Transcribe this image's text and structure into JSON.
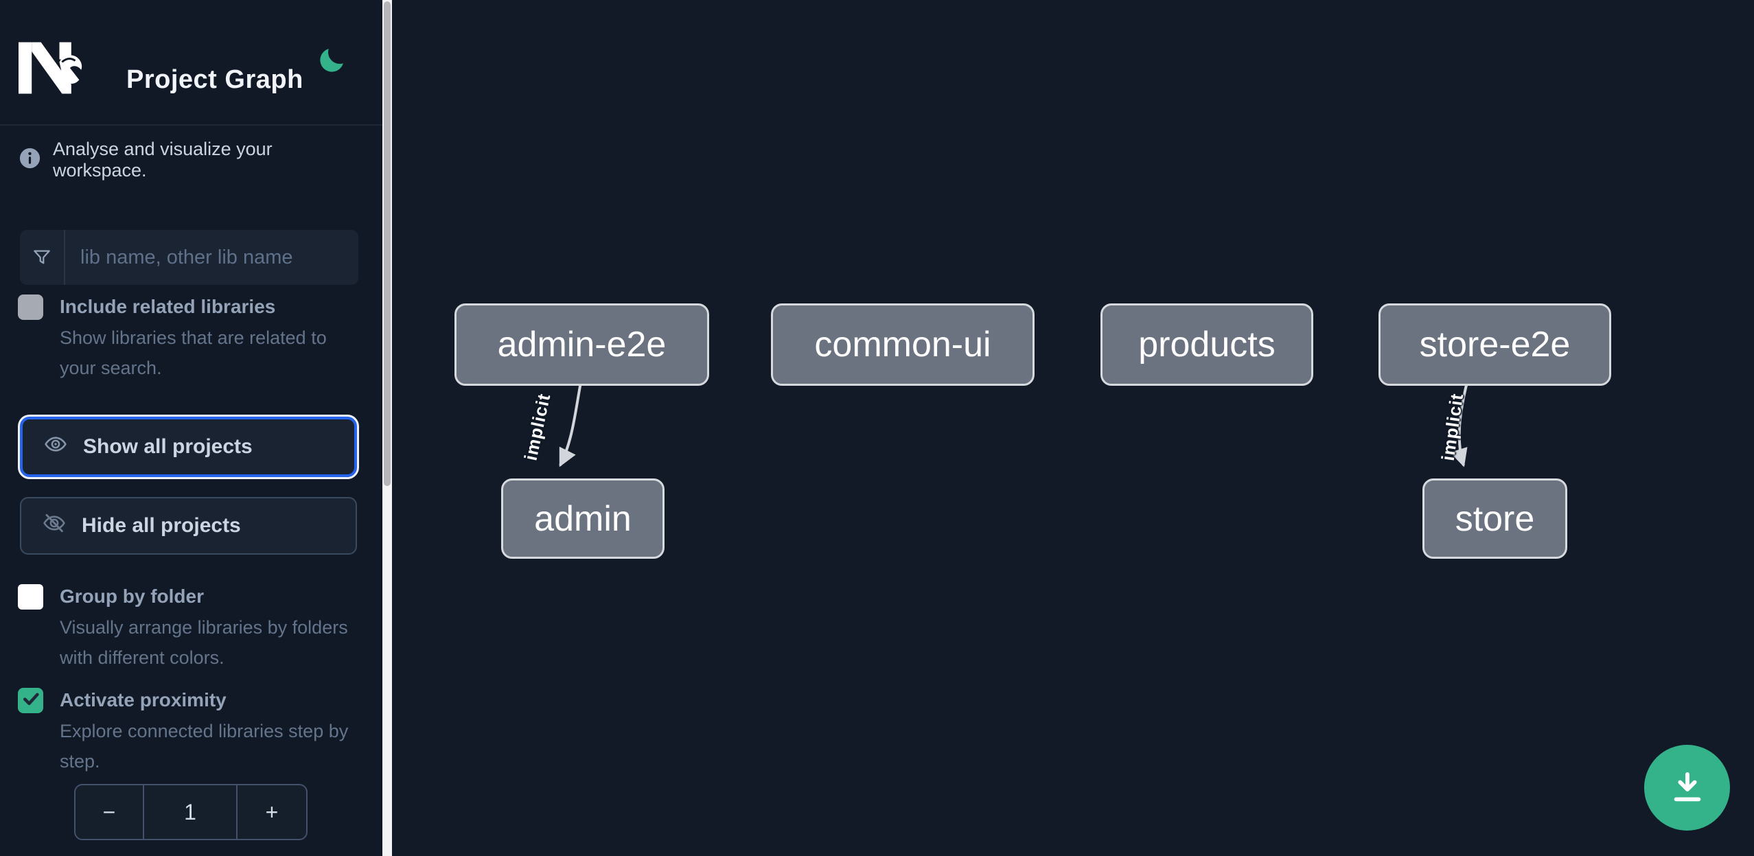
{
  "header": {
    "title": "Project Graph",
    "logo_icon": "nx-logo",
    "theme_icon": "moon-icon"
  },
  "info": {
    "icon": "info-icon",
    "text": "Analyse and visualize your workspace."
  },
  "filter": {
    "icon": "funnel-icon",
    "placeholder": "lib name, other lib name",
    "value": ""
  },
  "options": {
    "include_related": {
      "label": "Include related libraries",
      "description": "Show libraries that are related to your search.",
      "checked": false,
      "state": "disabled"
    },
    "group_by_folder": {
      "label": "Group by folder",
      "description": "Visually arrange libraries by folders with different colors.",
      "checked": false,
      "state": "enabled"
    },
    "activate_proximity": {
      "label": "Activate proximity",
      "description": "Explore connected libraries step by step.",
      "checked": true,
      "state": "enabled"
    }
  },
  "actions": {
    "show_all": "Show all projects",
    "show_all_icon": "eye-icon",
    "hide_all": "Hide all projects",
    "hide_all_icon": "eye-off-icon"
  },
  "stepper": {
    "decrement": "−",
    "value": "1",
    "increment": "+"
  },
  "graph": {
    "nodes": [
      {
        "label": "admin-e2e"
      },
      {
        "label": "common-ui"
      },
      {
        "label": "products"
      },
      {
        "label": "store-e2e"
      },
      {
        "label": "admin"
      },
      {
        "label": "store"
      }
    ],
    "edges": [
      {
        "source": "admin-e2e",
        "target": "admin",
        "label": "implicit"
      },
      {
        "source": "store-e2e",
        "target": "store",
        "label": "implicit"
      }
    ]
  },
  "fab": {
    "icon": "download-icon"
  },
  "colors": {
    "accent_green": "#34b38a",
    "focus_blue": "#2563eb",
    "canvas_bg": "#121a27",
    "node_fill": "#6b7280",
    "node_border": "#d6d9de",
    "edge_color": "#d2d6dc"
  }
}
